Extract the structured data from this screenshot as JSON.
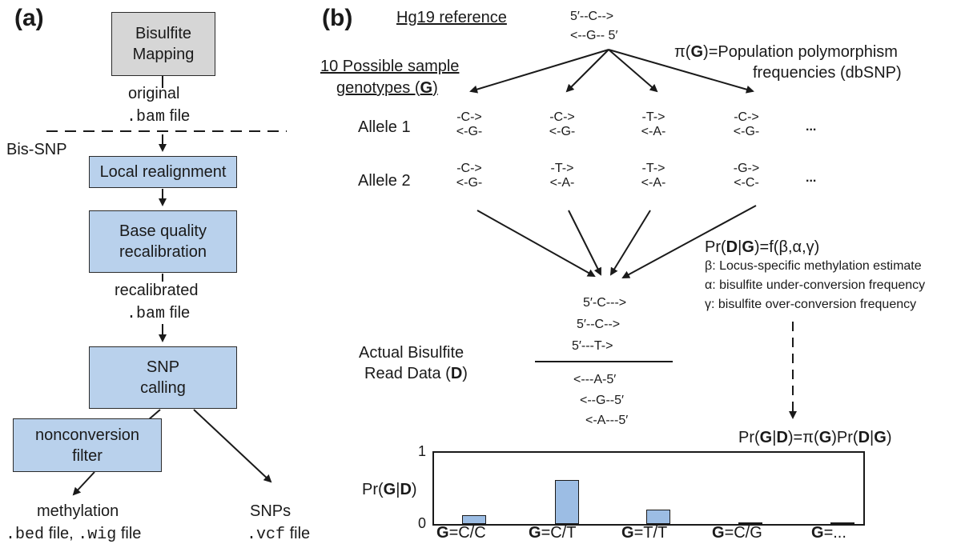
{
  "panel_a": {
    "label": "(a)",
    "box_mapping": [
      "Bisulfite",
      "Mapping"
    ],
    "original_file": {
      "word": "original",
      "ext": ".bam",
      "suffix": " file"
    },
    "bis_snp": "Bis-SNP",
    "box_realign": "Local realignment",
    "box_recal": [
      "Base quality",
      "recalibration"
    ],
    "recal_file": {
      "word": "recalibrated",
      "ext": ".bam",
      "suffix": " file"
    },
    "box_snp": [
      "SNP",
      "calling"
    ],
    "box_filter": [
      "nonconversion",
      "filter"
    ],
    "methylation": {
      "word": "methylation",
      "ext1": ".bed",
      "mid": " file, ",
      "ext2": ".wig",
      "suffix": " file"
    },
    "snps": {
      "word": "SNPs",
      "ext": ".vcf",
      "suffix": " file"
    }
  },
  "panel_b": {
    "label": "(b)",
    "hg19": "Hg19 reference",
    "ref_top": "5′--C-->",
    "ref_bot": "<--G-- 5′",
    "genotypes_line1": "10 Possible sample",
    "genotypes_line2_pre": "genotypes (",
    "genotypes_G": "G",
    "genotypes_line2_post": ")",
    "pi_line1_pre": "π(",
    "pi_G": "G",
    "pi_line1_post": ")=Population polymorphism",
    "pi_line2": "frequencies (dbSNP)",
    "allele1": "Allele 1",
    "allele2": "Allele 2",
    "allele1_cols": [
      [
        "-C->",
        "<-G-"
      ],
      [
        "-C->",
        "<-G-"
      ],
      [
        "-T->",
        "<-A-"
      ],
      [
        "-C->",
        "<-G-"
      ]
    ],
    "allele2_cols": [
      [
        "-C->",
        "<-G-"
      ],
      [
        "-T->",
        "<-A-"
      ],
      [
        "-T->",
        "<-A-"
      ],
      [
        "-G->",
        "<-C-"
      ]
    ],
    "ellipsis": "...",
    "prdg": {
      "pre": "Pr(",
      "D": "D",
      "bar": "|",
      "G": "G",
      "post": ")=f(β,α,γ)"
    },
    "beta": "β: Locus-specific methylation estimate",
    "alpha": "α: bisulfite under-conversion frequency",
    "gamma": "γ: bisulfite over-conversion frequency",
    "reads_top": [
      "5′-C--->",
      "5′--C-->",
      "5′---T->"
    ],
    "reads_bot": [
      "<---A-5′",
      "<--G--5′",
      "<-A---5′"
    ],
    "actual_line1": "Actual Bisulfite",
    "actual_line2_pre": "Read Data (",
    "actual_D": "D",
    "actual_line2_post": ")",
    "posterior": {
      "pre": "Pr(",
      "G": "G",
      "bar": "|",
      "D": "D",
      "mid": ")=π(",
      "G2": "G",
      "mid2": ")Pr(",
      "D2": "D",
      "bar2": "|",
      "G3": "G",
      "post": ")"
    }
  },
  "chart_data": {
    "type": "bar",
    "ylabel": {
      "pre": "Pr(",
      "G": "G",
      "bar": "|",
      "D": "D",
      "post": ")"
    },
    "ytick_labels": [
      "1",
      "0"
    ],
    "ylim": [
      0,
      1
    ],
    "categories": [
      {
        "G": "G",
        "rest": "=C/C"
      },
      {
        "G": "G",
        "rest": "=C/T"
      },
      {
        "G": "G",
        "rest": "=T/T"
      },
      {
        "G": "G",
        "rest": "=C/G"
      },
      {
        "G": "G",
        "rest": "=..."
      }
    ],
    "values": [
      0.12,
      0.62,
      0.2,
      0.01,
      0.01
    ],
    "bar_color": "#9cbde4"
  }
}
